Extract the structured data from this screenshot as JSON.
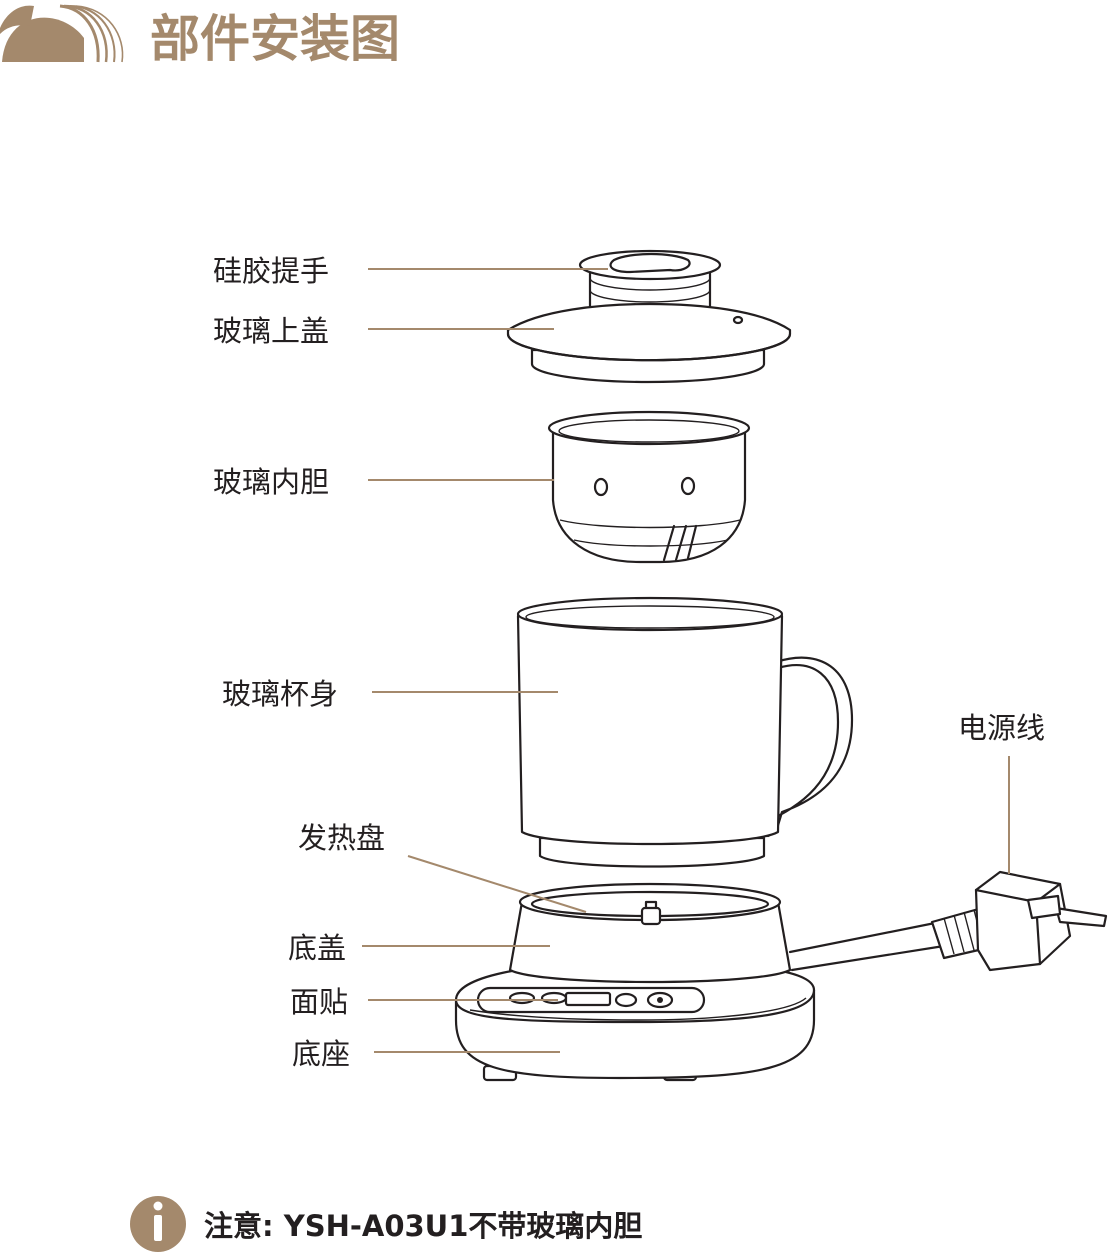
{
  "header": {
    "title": "部件安装图"
  },
  "labels": {
    "silicone_handle": "硅胶提手",
    "glass_lid": "玻璃上盖",
    "glass_liner": "玻璃内胆",
    "glass_body": "玻璃杯身",
    "heating_plate": "发热盘",
    "base_cover": "底盖",
    "panel_sticker": "面贴",
    "base_seat": "底座",
    "power_cord": "电源线"
  },
  "footer": {
    "note": "注意: YSH-A03U1不带玻璃内胆"
  },
  "colors": {
    "accent": "#a4896c",
    "ink": "#231f20"
  },
  "icons": {
    "logo": "arc-logo-icon",
    "info": "info-icon"
  }
}
